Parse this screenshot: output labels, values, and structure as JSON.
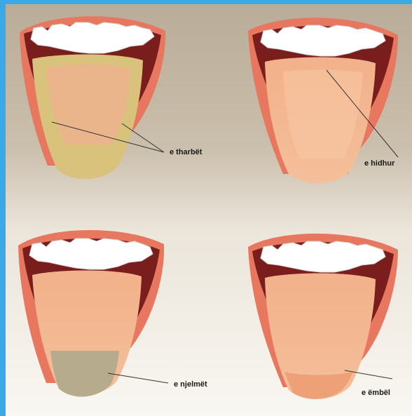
{
  "diagram": {
    "panels": [
      {
        "label": "e tharbët"
      },
      {
        "label": "e hidhur"
      },
      {
        "label": "e njelmët"
      },
      {
        "label": "e ëmbël"
      }
    ]
  }
}
